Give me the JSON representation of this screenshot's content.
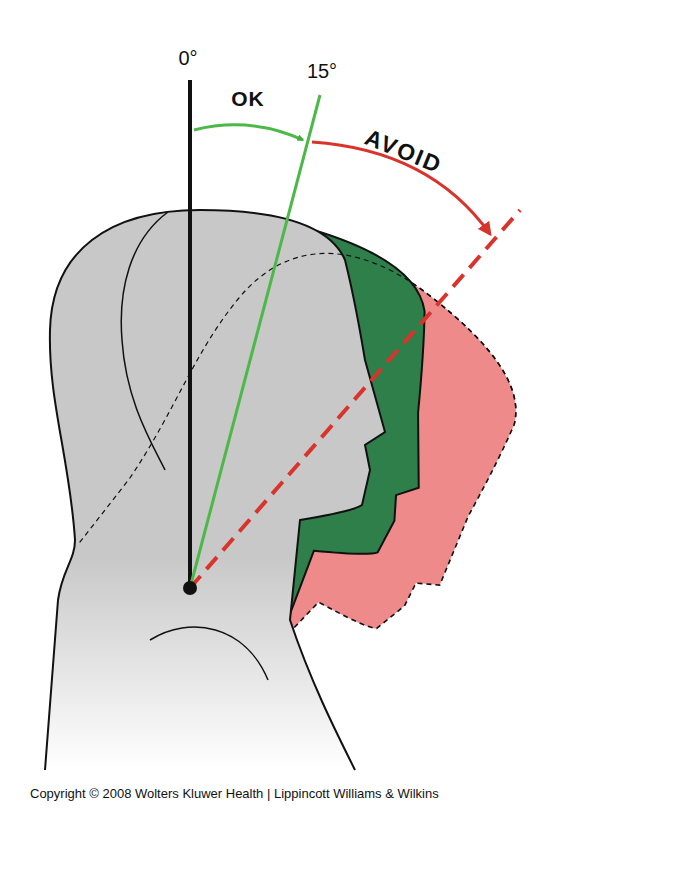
{
  "diagram": {
    "labels": [
      "0°",
      "15°",
      "OK",
      "AVOID",
      "Copyright © 2008 Wolters Kluwer Health | Lippincott Williams & Wilkins"
    ]
  }
}
